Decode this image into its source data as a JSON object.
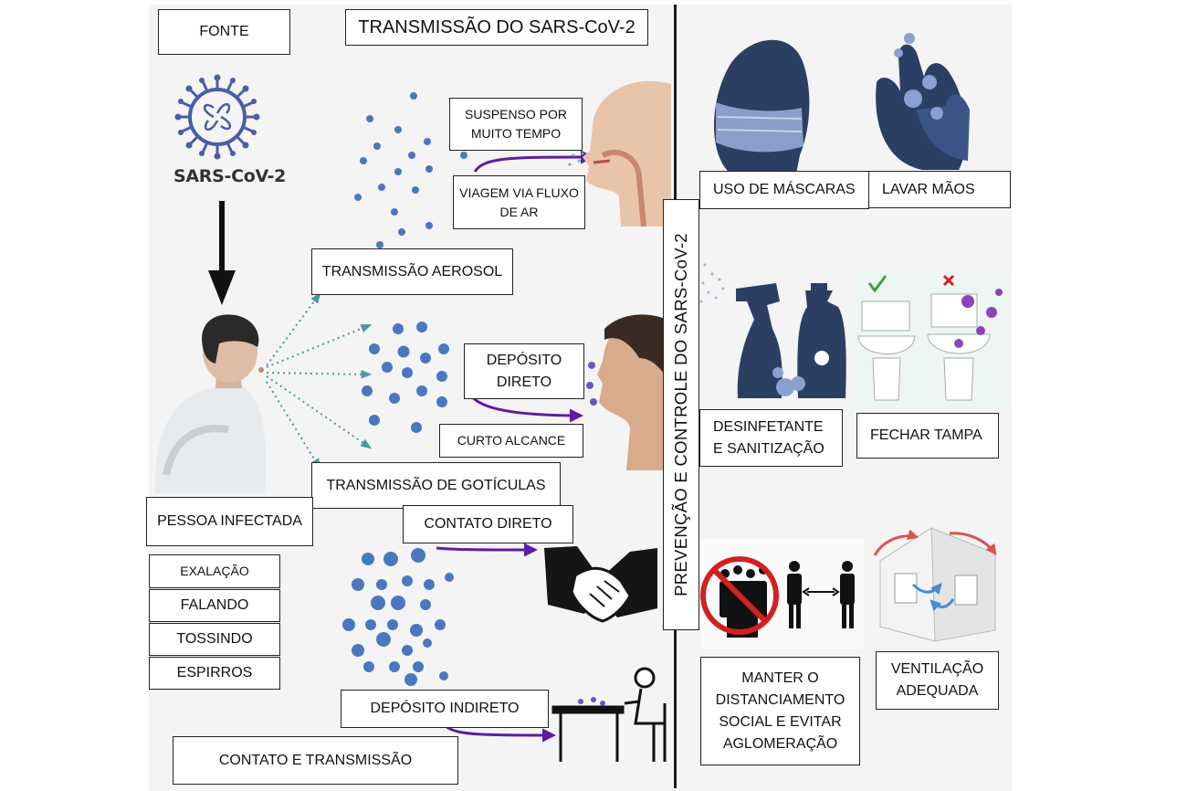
{
  "title": "TRANSMISSÃO DO SARS-CoV-2",
  "source_label": "FONTE",
  "virus_label": "SARS-CoV-2",
  "infected_person": "PESSOA INFECTADA",
  "emission_modes": [
    "EXALAÇÃO",
    "FALANDO",
    "TOSSINDO",
    "ESPIRROS"
  ],
  "aerosol": {
    "label": "TRANSMISSÃO AEROSOL",
    "suspended": "SUSPENSO POR MUITO TEMPO",
    "airflow": "VIAGEM VIA FLUXO DE AR"
  },
  "droplets": {
    "label": "TRANSMISSÃO DE GOTÍCULAS",
    "direct_deposit": "DEPÓSITO DIRETO",
    "short_range": "CURTO ALCANCE"
  },
  "contact": {
    "direct": "CONTATO DIRETO",
    "indirect_deposit": "DEPÓSITO INDIRETO",
    "contact_transmission": "CONTATO E TRANSMISSÃO"
  },
  "prevention_title": "PREVENÇÃO E CONTROLE DO SARS-CoV-2",
  "prevention": {
    "masks": "USO DE MÁSCARAS",
    "hand_wash": "LAVAR MÃOS",
    "disinfect": "DESINFETANTE E SANITIZAÇÃO",
    "close_lid": "FECHAR TAMPA",
    "distancing": "MANTER O DISTANCIAMENTO SOCIAL E EVITAR AGLOMERAÇÃO",
    "ventilation": "VENTILAÇÃO ADEQUADA"
  },
  "colors": {
    "accent_purple": "#5a1fa0",
    "droplet_blue": "#4a78c0",
    "icon_navy": "#2b3f63",
    "dotted_teal": "#4a9a9a",
    "forbidden_red": "#d42020"
  }
}
